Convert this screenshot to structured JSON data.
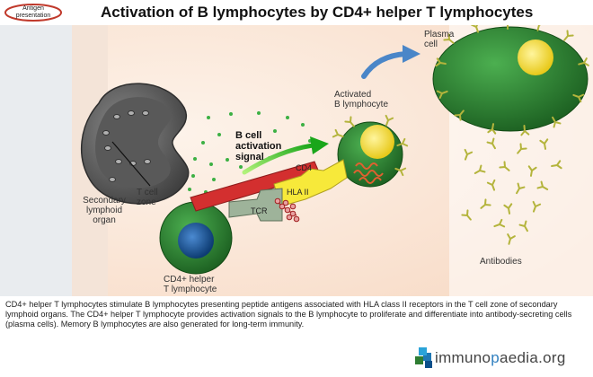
{
  "badge": {
    "line1": "Antigen",
    "line2": "presentation"
  },
  "title": "Activation of  B lymphocytes by CD4+ helper T lymphocytes",
  "labels": {
    "plasma_cell": [
      "Plasma",
      "cell"
    ],
    "activated_b": [
      "Activated",
      "B lymphocyte"
    ],
    "secondary_organ": [
      "Secondary",
      "lymphoid",
      "organ"
    ],
    "t_cell_zone": [
      "T cell",
      "zone"
    ],
    "signal": [
      "B cell",
      "activation",
      "signal"
    ],
    "cd4": "CD4",
    "hla": "HLA II",
    "tcr": "TCR",
    "helper_t": [
      "CD4+ helper",
      "T lymphocyte"
    ],
    "antibodies": "Antibodies"
  },
  "caption": "CD4+ helper T lymphocytes stimulate B lymphocytes presenting peptide antigens associated with HLA class II receptors in the T cell zone of secondary lymphoid organs. The CD4+ helper T lymphocyte provides activation signals to the B lymphocyte to proliferate and differentiate into antibody-secreting cells (plasma cells). Memory B lymphocytes are also generated for long-term immunity.",
  "logo": {
    "prefix": "immuno",
    "highlight": "p",
    "rest": "aedia",
    "suffix": ".org"
  },
  "colors": {
    "panel_bg": "#fbe9dc",
    "cell_green": "#2e7d32",
    "nucleus_blue": "#1f5fa0",
    "nucleus_yellow": "#f3dc2c",
    "cd4_red": "#d32f2f",
    "hla_yellow": "#f7e93a",
    "tcr_gray": "#9eb39a",
    "antibody": "#b4b43c",
    "arrow_blue": "#4a86c8",
    "dots": "#3cb043"
  },
  "icons": [
    "antibody-icon",
    "curved-arrow-icon",
    "logo-cube-icon"
  ]
}
